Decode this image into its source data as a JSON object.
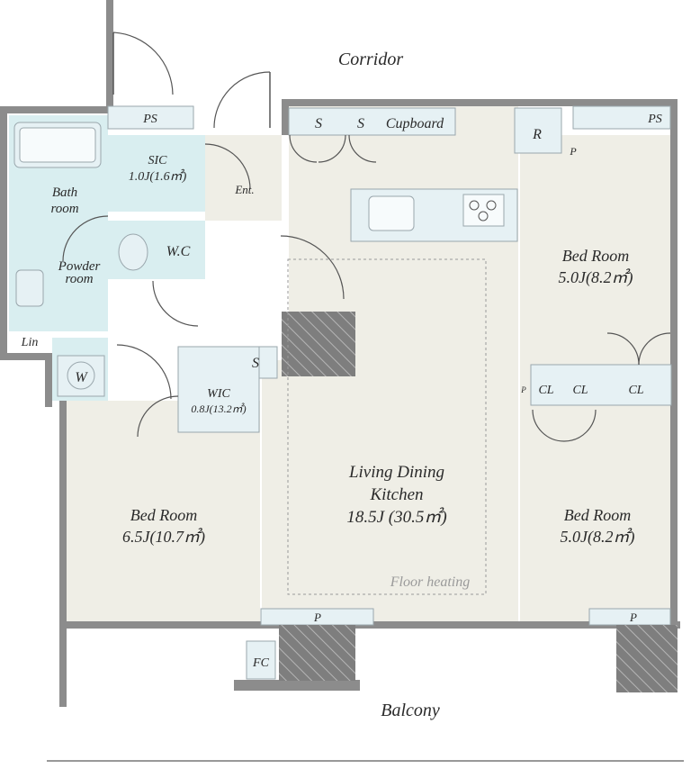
{
  "labels": {
    "corridor": "Corridor",
    "balcony": "Balcony",
    "ps_left": "PS",
    "ps_right": "PS",
    "s1": "S",
    "s2": "S",
    "cupboard": "Cupboard",
    "r": "R",
    "p_kitchen": "P",
    "sic_name": "SIC",
    "sic_size": "1.0J(1.6㎡)",
    "ent": "Ent.",
    "bath_line1": "Bath",
    "bath_line2": "room",
    "wc": "W.C",
    "powder_line1": "Powder",
    "powder_line2": "room",
    "lin": "Lin",
    "w": "W",
    "s_storage": "S",
    "wic_name": "WIC",
    "wic_size": "0.8J(13.2㎡)",
    "ldk_line1": "Living Dining",
    "ldk_line2": "Kitchen",
    "ldk_size": "18.5J (30.5㎡)",
    "floor_heating": "Floor heating",
    "bed_left_name": "Bed Room",
    "bed_left_size": "6.5J(10.7㎡)",
    "bed_tr_name": "Bed Room",
    "bed_tr_size": "5.0J(8.2㎡)",
    "bed_br_name": "Bed Room",
    "bed_br_size": "5.0J(8.2㎡)",
    "cl1": "CL",
    "cl2": "CL",
    "cl3": "CL",
    "p_small": "P",
    "p_ldk_bottom": "P",
    "p_bed_bottom": "P",
    "fc": "FC"
  }
}
